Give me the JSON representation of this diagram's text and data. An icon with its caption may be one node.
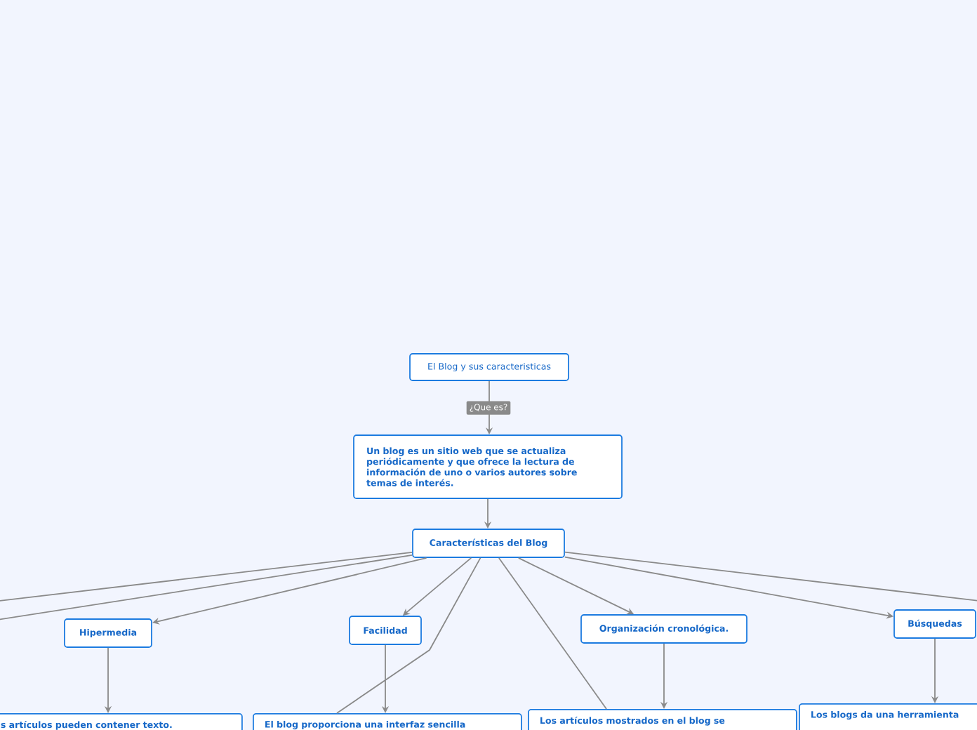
{
  "diagram": {
    "nodes": [
      {
        "text": [
          "El Blog y sus caracteristicas"
        ]
      },
      {
        "text": [
          "Un blog es un sitio web que se actualiza periódicamente y que ofrece la lectura de información de uno o varios autores sobre temas de interés."
        ]
      },
      {
        "text": [
          "Características del Blog"
        ]
      },
      {
        "text": [
          "Hipermedia"
        ]
      },
      {
        "text": [
          "Facilidad"
        ]
      },
      {
        "text": [
          "Organización cronológica."
        ]
      },
      {
        "text": [
          "Búsquedas"
        ]
      },
      {
        "text": [
          "s artículos pueden contener texto."
        ]
      },
      {
        "text": [
          "El blog proporciona una interfaz sencilla"
        ]
      },
      {
        "text": [
          "Los artículos mostrados en el blog se"
        ]
      },
      {
        "text": [
          "Los blogs da una herramienta"
        ]
      }
    ],
    "edges": [
      {
        "from": 0,
        "to": 1,
        "arrow": "to",
        "label": "¿Que es?"
      },
      {
        "from": 1,
        "to": 2,
        "arrow": "to"
      },
      {
        "from": 2,
        "to": 3,
        "arrow": "to"
      },
      {
        "from": 2,
        "to": 4,
        "arrow": "to"
      },
      {
        "from": 2,
        "to": 5,
        "arrow": "to"
      },
      {
        "from": 2,
        "to": 6,
        "arrow": "to"
      },
      {
        "from": 3,
        "to": 7,
        "arrow": "to"
      },
      {
        "from": 4,
        "to": 8,
        "arrow": "to"
      },
      {
        "from": 5,
        "to": 9,
        "arrow": "to"
      },
      {
        "from": 6,
        "to": 10,
        "arrow": "to"
      },
      {
        "from": 2,
        "to": null,
        "arrow": "none"
      },
      {
        "from": 2,
        "to": null,
        "arrow": "none"
      },
      {
        "from": 2,
        "to": null,
        "arrow": "none"
      },
      {
        "from": 2,
        "to": 8,
        "arrow": "none"
      },
      {
        "from": 2,
        "to": 9,
        "arrow": "none"
      }
    ]
  }
}
